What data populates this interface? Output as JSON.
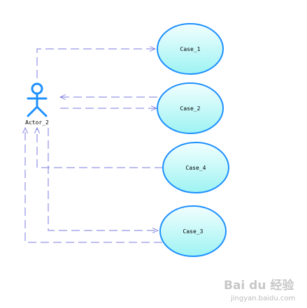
{
  "diagram": {
    "type": "use-case",
    "actor": {
      "name": "Actor_2"
    },
    "use_cases": [
      {
        "id": "case1",
        "label": "Case_1"
      },
      {
        "id": "case2",
        "label": "Case_2"
      },
      {
        "id": "case4",
        "label": "Case_4"
      },
      {
        "id": "case3",
        "label": "Case_3"
      }
    ],
    "connections": [
      {
        "from": "Actor_2",
        "to": "Case_1",
        "style": "dashed"
      },
      {
        "from": "Case_2",
        "to": "Actor_2",
        "style": "dashed"
      },
      {
        "from": "Actor_2",
        "to": "Case_2",
        "style": "dashed"
      },
      {
        "from": "Case_4",
        "to": "Actor_2",
        "style": "dashed"
      },
      {
        "from": "Actor_2",
        "to": "Case_3",
        "style": "dashed"
      },
      {
        "from": "Case_3",
        "to": "Actor_2",
        "style": "dashed"
      }
    ],
    "colors": {
      "ellipse_fill_top": "#f2fefe",
      "ellipse_fill_bottom": "#9ef3f3",
      "ellipse_stroke": "#1e90ff",
      "actor_stroke": "#1e90ff",
      "connector": "#7b7be0"
    }
  },
  "watermark": {
    "brand": "Bai du 经验",
    "url": "jingyan.baidu.com"
  }
}
